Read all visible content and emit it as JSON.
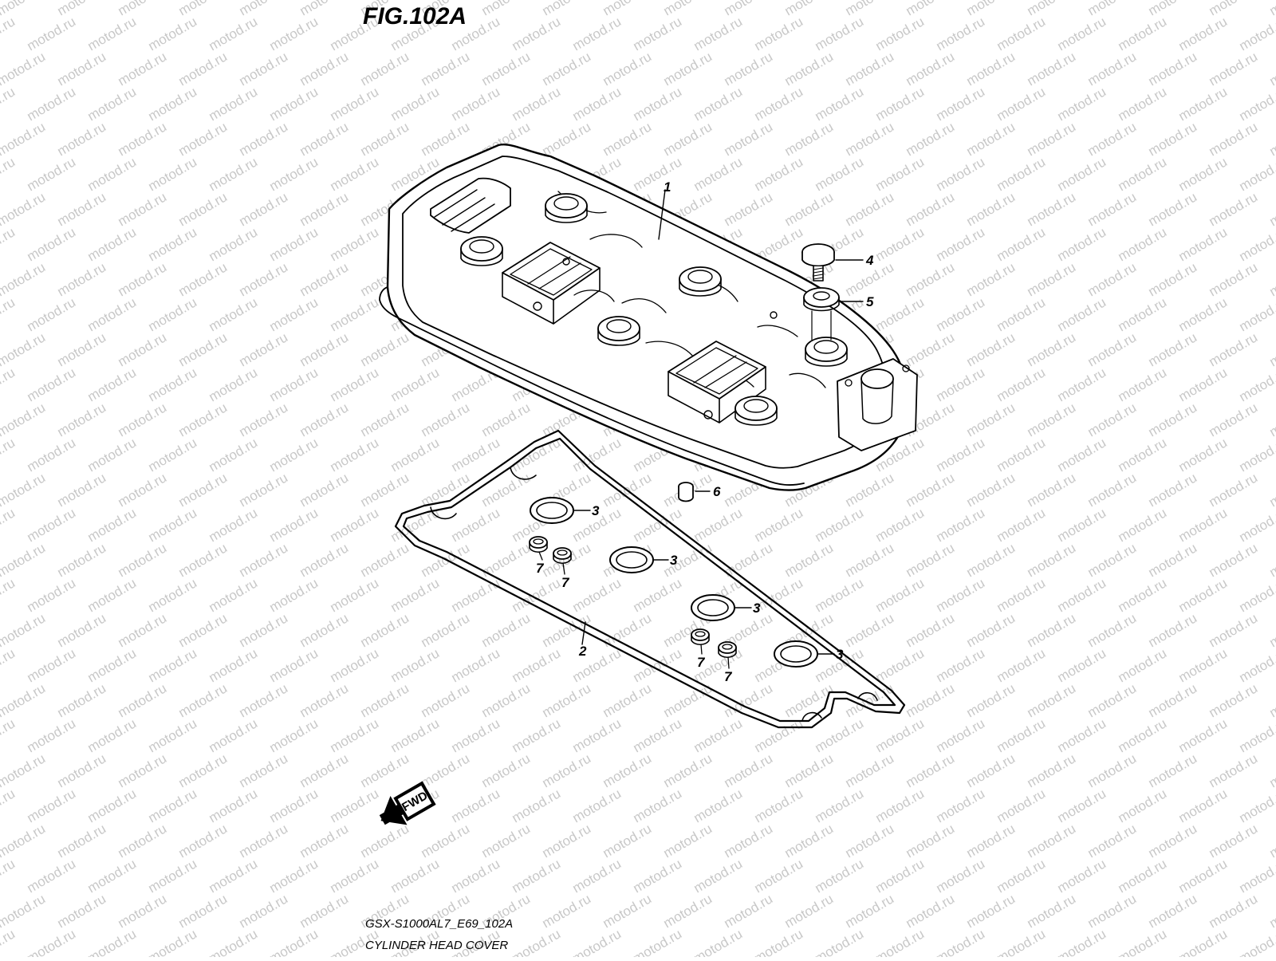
{
  "figure": {
    "title": "FIG.102A",
    "model_code": "GSX-S1000AL7_E69_102A",
    "caption": "CYLINDER HEAD COVER"
  },
  "watermark": {
    "text": "motod.ru",
    "color": "#c8c8c8"
  },
  "direction_indicator": {
    "label": "FWD"
  },
  "callouts": [
    {
      "id": "c1",
      "text": "1"
    },
    {
      "id": "c2",
      "text": "2"
    },
    {
      "id": "c3a",
      "text": "3"
    },
    {
      "id": "c3b",
      "text": "3"
    },
    {
      "id": "c3c",
      "text": "3"
    },
    {
      "id": "c3d",
      "text": "3"
    },
    {
      "id": "c4",
      "text": "4"
    },
    {
      "id": "c5",
      "text": "5"
    },
    {
      "id": "c6",
      "text": "6"
    },
    {
      "id": "c7a",
      "text": "7"
    },
    {
      "id": "c7b",
      "text": "7"
    },
    {
      "id": "c7c",
      "text": "7"
    },
    {
      "id": "c7d",
      "text": "7"
    }
  ]
}
